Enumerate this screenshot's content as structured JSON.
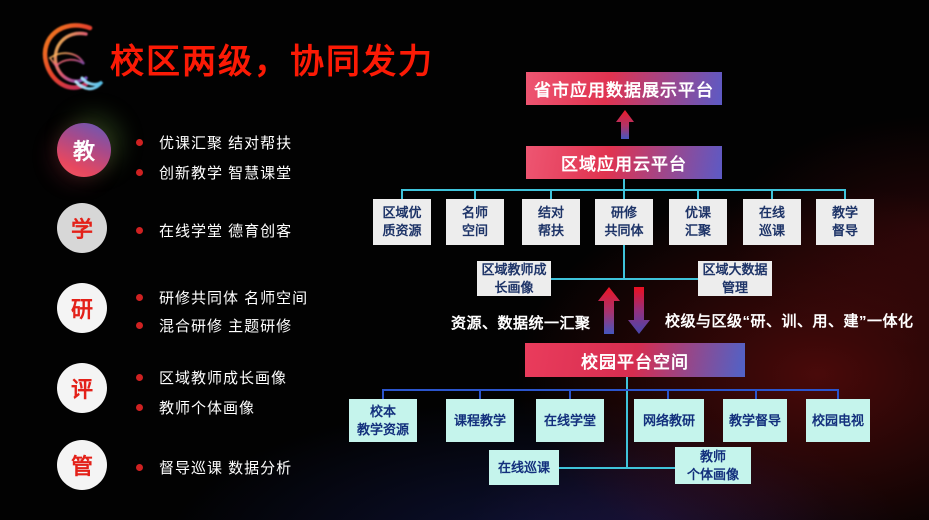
{
  "title": "校区两级，协同发力",
  "colors": {
    "background": "#020202",
    "title_red": "#fb1a05",
    "badge_text_red": "#e32119",
    "bullet_dot_red": "#cf2121",
    "connector_cyan": "#3fc3da",
    "connector_blue": "#2b55cc",
    "gradient_red": "#e03350",
    "gradient_purple": "#5c5ac5",
    "node_white": "#ededed",
    "node_text_navy": "#1e3468",
    "node_aqua": "#c5f4ec",
    "arrow_red": "#ec1c2c",
    "arrow_blue": "#4456be"
  },
  "left_panel": {
    "groups": [
      {
        "badge": "教",
        "bullets": [
          "优课汇聚 结对帮扶",
          "创新教学 智慧课堂"
        ]
      },
      {
        "badge": "学",
        "bullets": [
          "在线学堂 德育创客"
        ]
      },
      {
        "badge": "研",
        "bullets": [
          "研修共同体 名师空间",
          "混合研修  主题研修"
        ]
      },
      {
        "badge": "评",
        "bullets": [
          "区域教师成长画像",
          "教师个体画像"
        ]
      },
      {
        "badge": "管",
        "bullets": [
          "督导巡课 数据分析"
        ]
      }
    ]
  },
  "diagram": {
    "top_box": "省市应用数据展示平台",
    "region_box": "区域应用云平台",
    "region_children": [
      "区域优\n质资源",
      "名师\n空间",
      "结对\n帮扶",
      "研修\n共同体",
      "优课\n汇聚",
      "在线\n巡课",
      "教学\n督导"
    ],
    "side_left_box": "区域教师成\n长画像",
    "side_right_box": "区域大数据\n管理",
    "flow_left_label": "资源、数据统一汇聚",
    "flow_right_label": "校级与区级“研、训、用、建”一体化",
    "campus_box": "校园平台空间",
    "campus_children": [
      "校本\n教学资源",
      "课程教学",
      "在线学堂",
      "网络教研",
      "教学督导",
      "校园电视"
    ],
    "campus_sub_left": "在线巡课",
    "campus_sub_right": "教师\n个体画像"
  }
}
